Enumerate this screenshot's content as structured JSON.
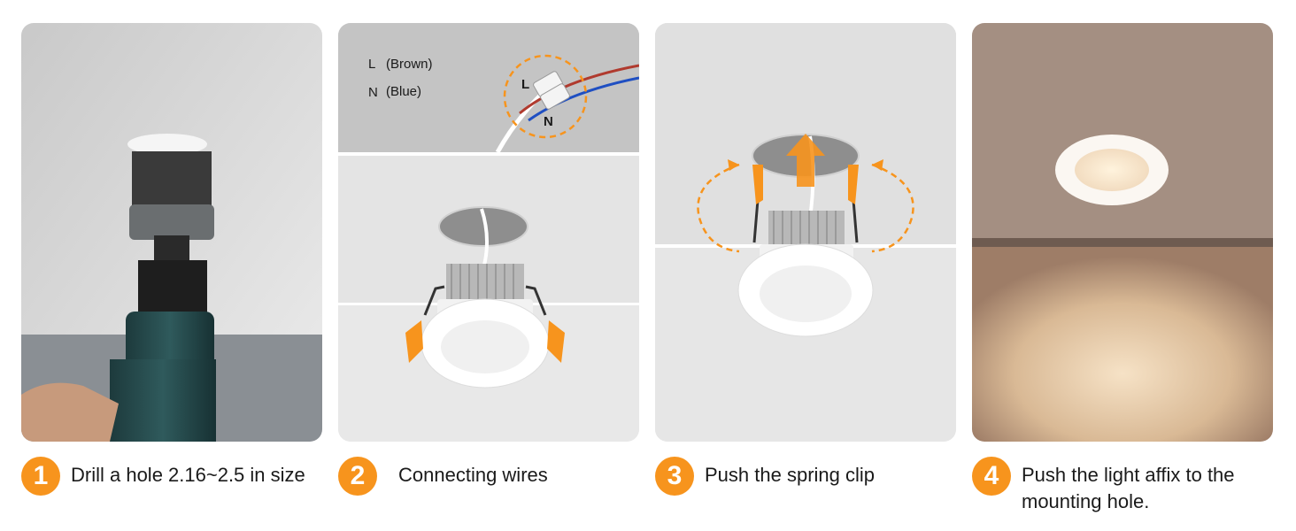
{
  "steps": [
    {
      "number": "1",
      "caption": "Drill a hole 2.16~2.5 in size"
    },
    {
      "number": "2",
      "caption": "Connecting wires"
    },
    {
      "number": "3",
      "caption": "Push the spring clip"
    },
    {
      "number": "4",
      "caption": "Push the light affix to the mounting hole."
    }
  ],
  "wiring": {
    "l_letter": "L",
    "l_text": "(Brown)",
    "n_letter": "N",
    "n_text": "(Blue)",
    "connector_l": "L",
    "connector_n": "N"
  },
  "colors": {
    "accent": "#f7941d",
    "brown_wire": "#b03a2e",
    "blue_wire": "#1f4fc2"
  }
}
